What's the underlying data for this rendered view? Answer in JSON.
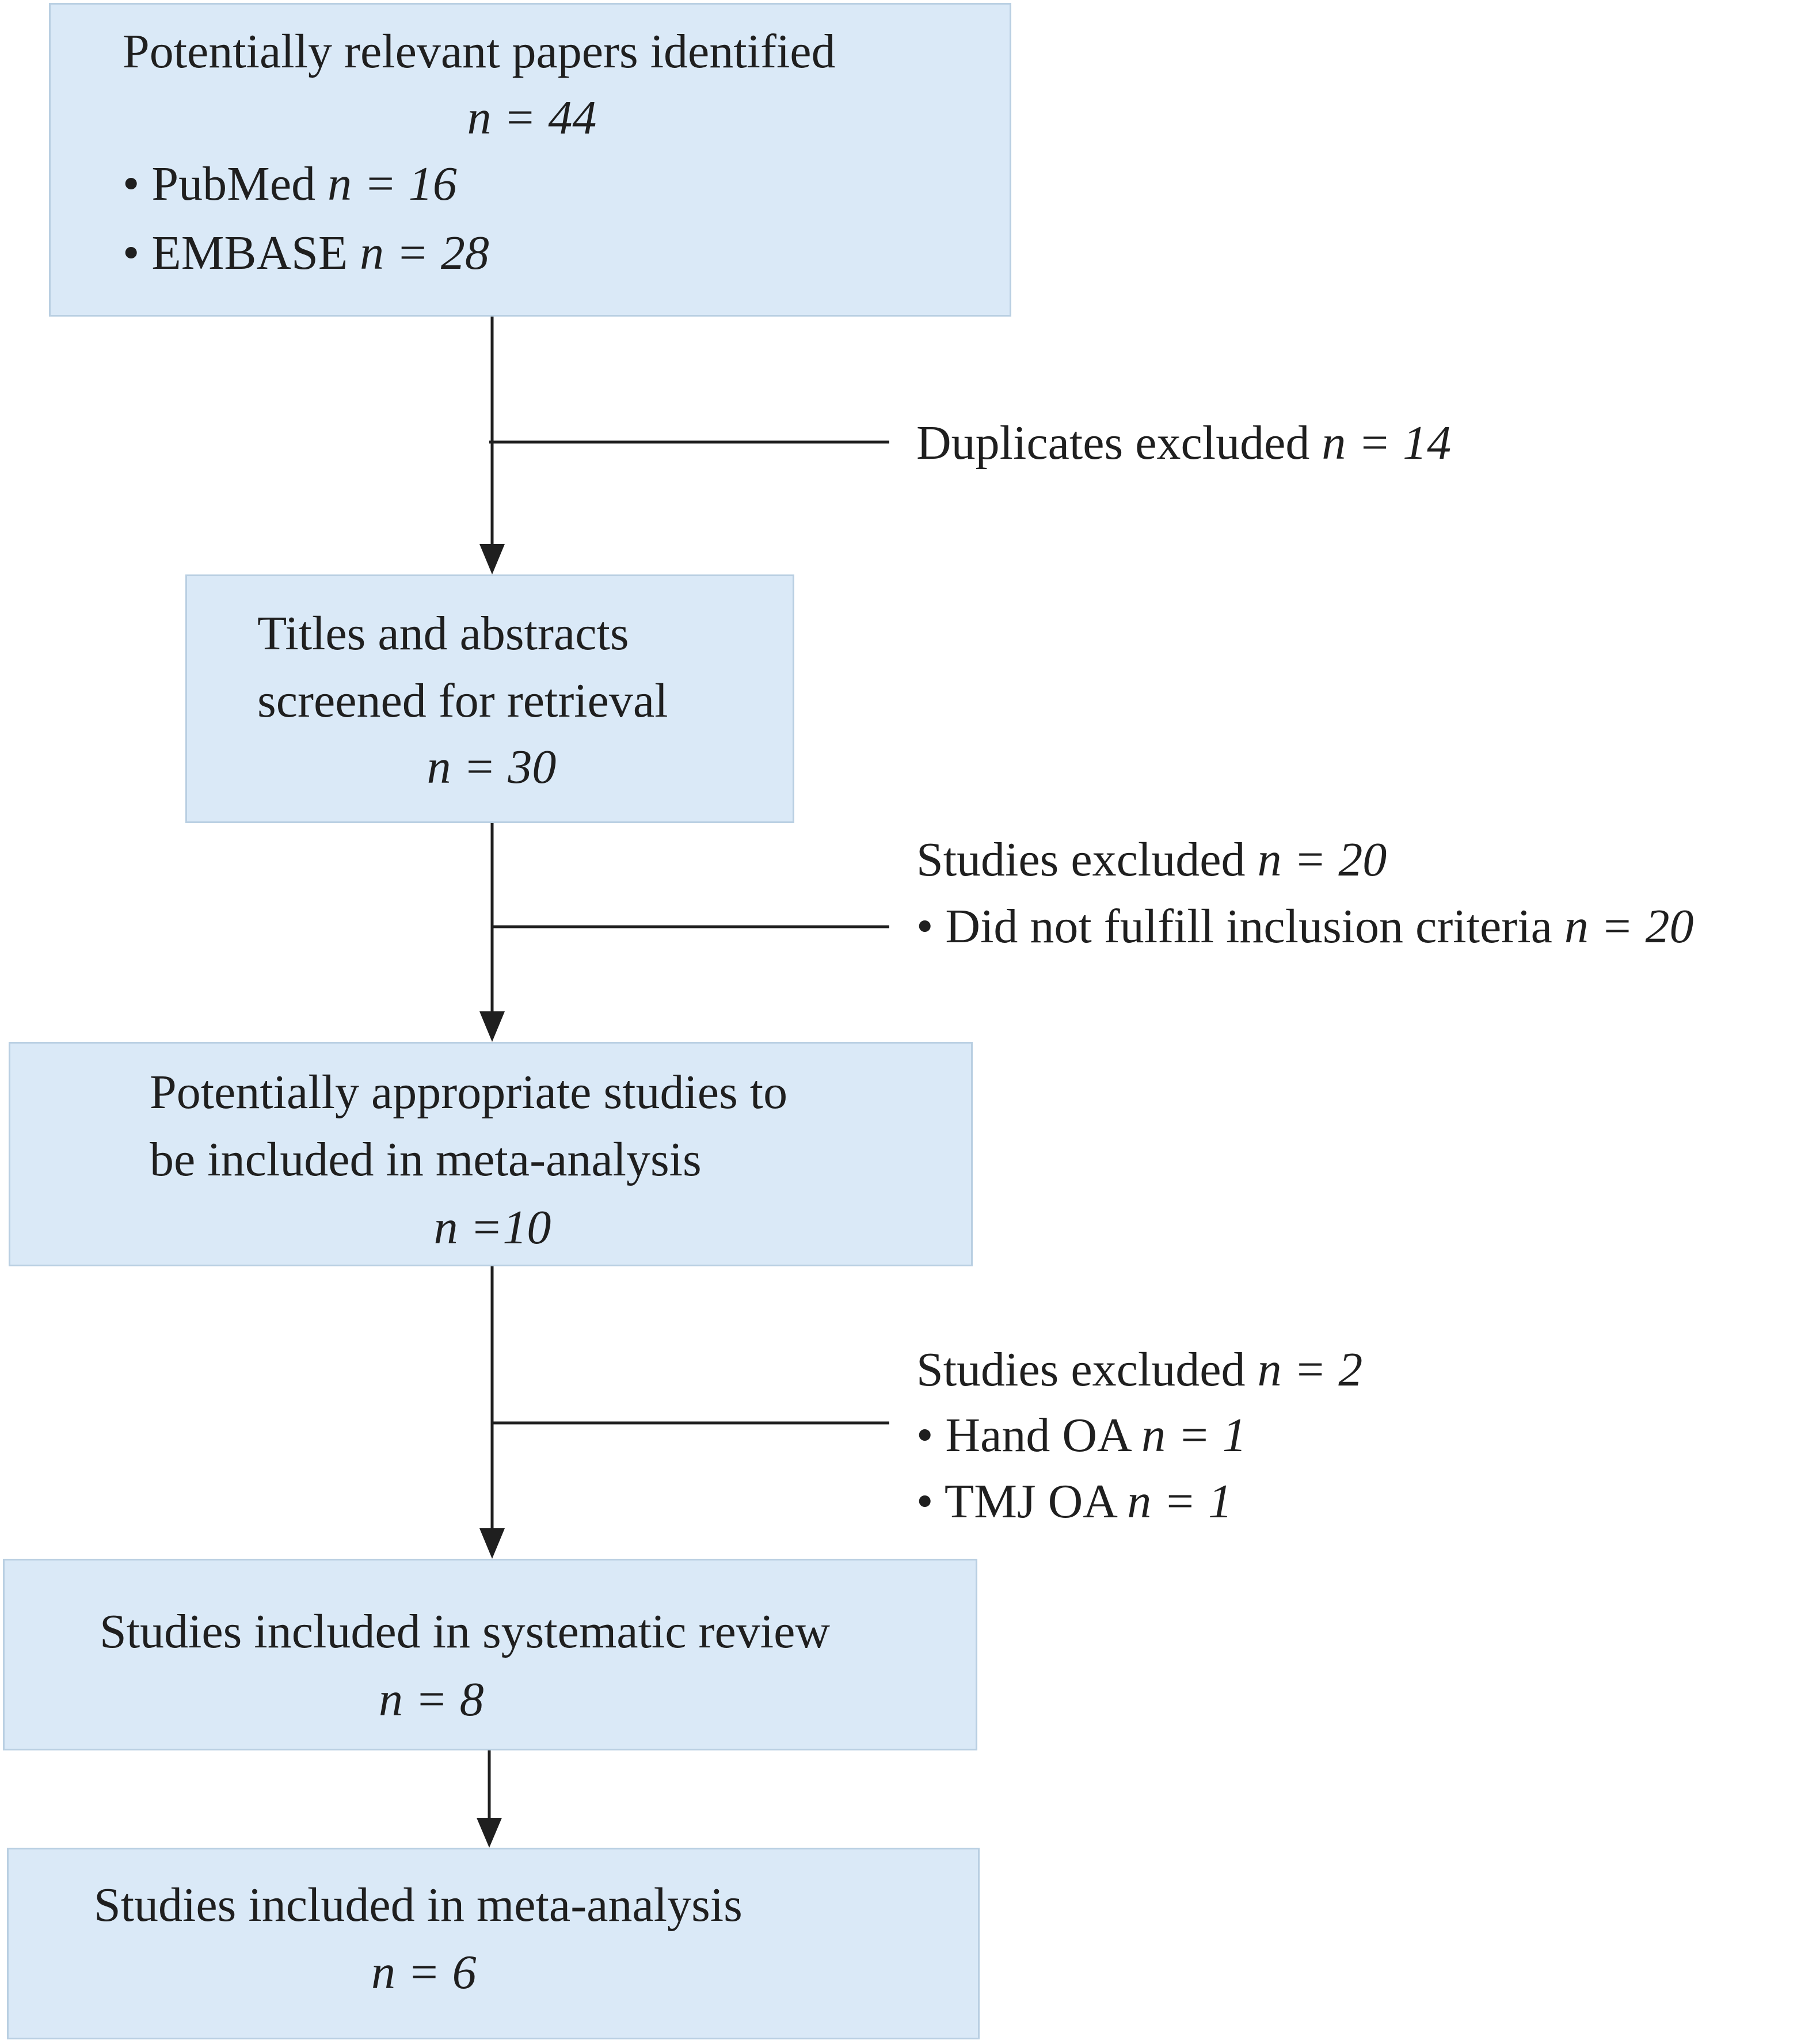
{
  "boxes": {
    "identified": {
      "title": "Potentially relevant papers identified",
      "n": "n = 44",
      "items": [
        {
          "bullet": "•",
          "label": "PubMed",
          "n": "n = 16"
        },
        {
          "bullet": "•",
          "label": "EMBASE",
          "n": "n = 28"
        }
      ]
    },
    "screened": {
      "line1": "Titles and abstracts",
      "line2": "screened for retrieval",
      "n": "n = 30"
    },
    "appropriate": {
      "line1": "Potentially appropriate studies to",
      "line2": "be included in meta-analysis",
      "n": "n =10"
    },
    "systematic": {
      "title": "Studies included in systematic review",
      "n": "n = 8"
    },
    "meta": {
      "title": "Studies included in meta-analysis",
      "n": "n = 6"
    }
  },
  "exclusions": {
    "duplicates": {
      "label": "Duplicates excluded",
      "n": "n = 14"
    },
    "criteria": {
      "label": "Studies excluded",
      "n": "n = 20",
      "items": [
        {
          "bullet": "•",
          "label": "Did not fulfill inclusion criteria",
          "n": "n = 20"
        }
      ]
    },
    "oa": {
      "label": "Studies excluded",
      "n": "n = 2",
      "items": [
        {
          "bullet": "•",
          "label": "Hand OA",
          "n": "n = 1"
        },
        {
          "bullet": "•",
          "label": "TMJ OA",
          "n": "n = 1"
        }
      ]
    }
  }
}
